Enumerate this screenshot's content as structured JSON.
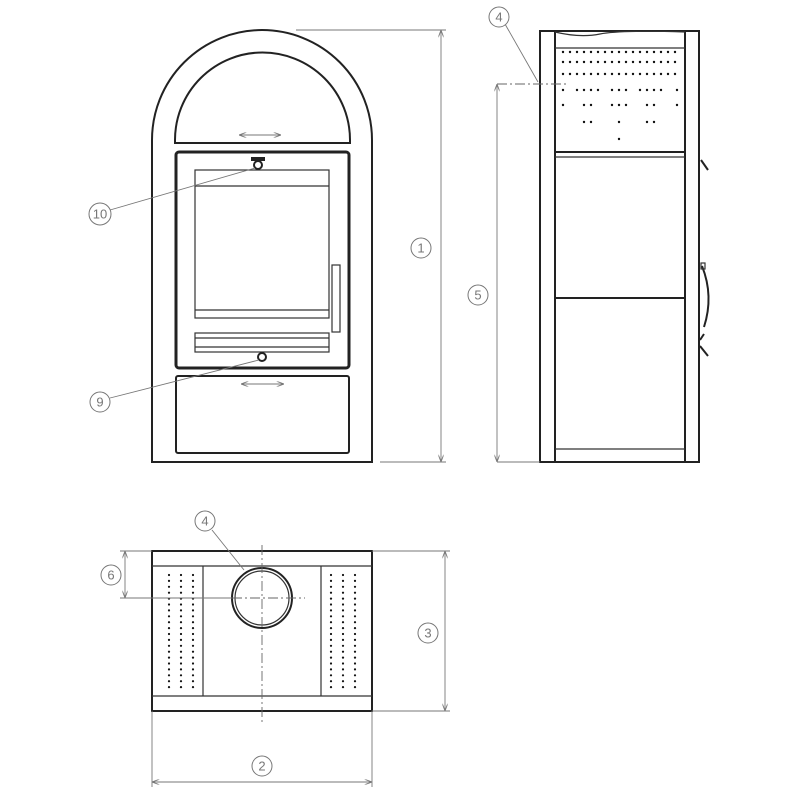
{
  "title": "Stove dimension drawing",
  "views": [
    "front",
    "side",
    "top"
  ],
  "labels": {
    "front_height": "1",
    "top_width": "2",
    "top_depth": "3",
    "side_flue": "4",
    "top_flue": "4",
    "side_flue_height": "5",
    "top_flue_offset": "6",
    "ash_control": "9",
    "air_control": "10"
  },
  "colors": {
    "line": "#222222",
    "dimension": "#777777"
  }
}
